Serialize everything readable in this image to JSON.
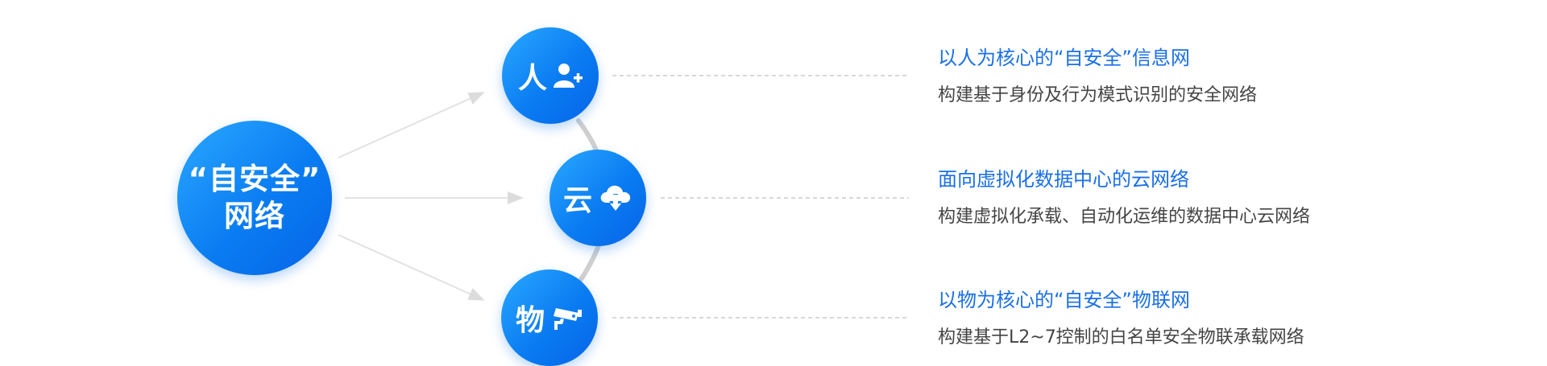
{
  "center": {
    "line1": "“自安全”",
    "line2": "网络"
  },
  "nodes": [
    {
      "char": "人",
      "icon": "user-add-icon"
    },
    {
      "char": "云",
      "icon": "cloud-download-icon"
    },
    {
      "char": "物",
      "icon": "security-camera-icon"
    }
  ],
  "items": [
    {
      "title": "以人为核心的“自安全”信息网",
      "description": "构建基于身份及行为模式识别的安全网络"
    },
    {
      "title": "面向虚拟化数据中心的云网络",
      "description": "构建虚拟化承载、自动化运维的数据中心云网络"
    },
    {
      "title": "以物为核心的“自安全”物联网",
      "description": "构建基于L2~7控制的白名单安全物联承载网络"
    }
  ],
  "colors": {
    "circle_start": "#2aa8ff",
    "circle_end": "#0664e6",
    "title": "#1a6fe8",
    "description": "#444444",
    "arc": "#cfcfcf",
    "arrow": "#e2e2e2",
    "dash": "#cccccc"
  }
}
